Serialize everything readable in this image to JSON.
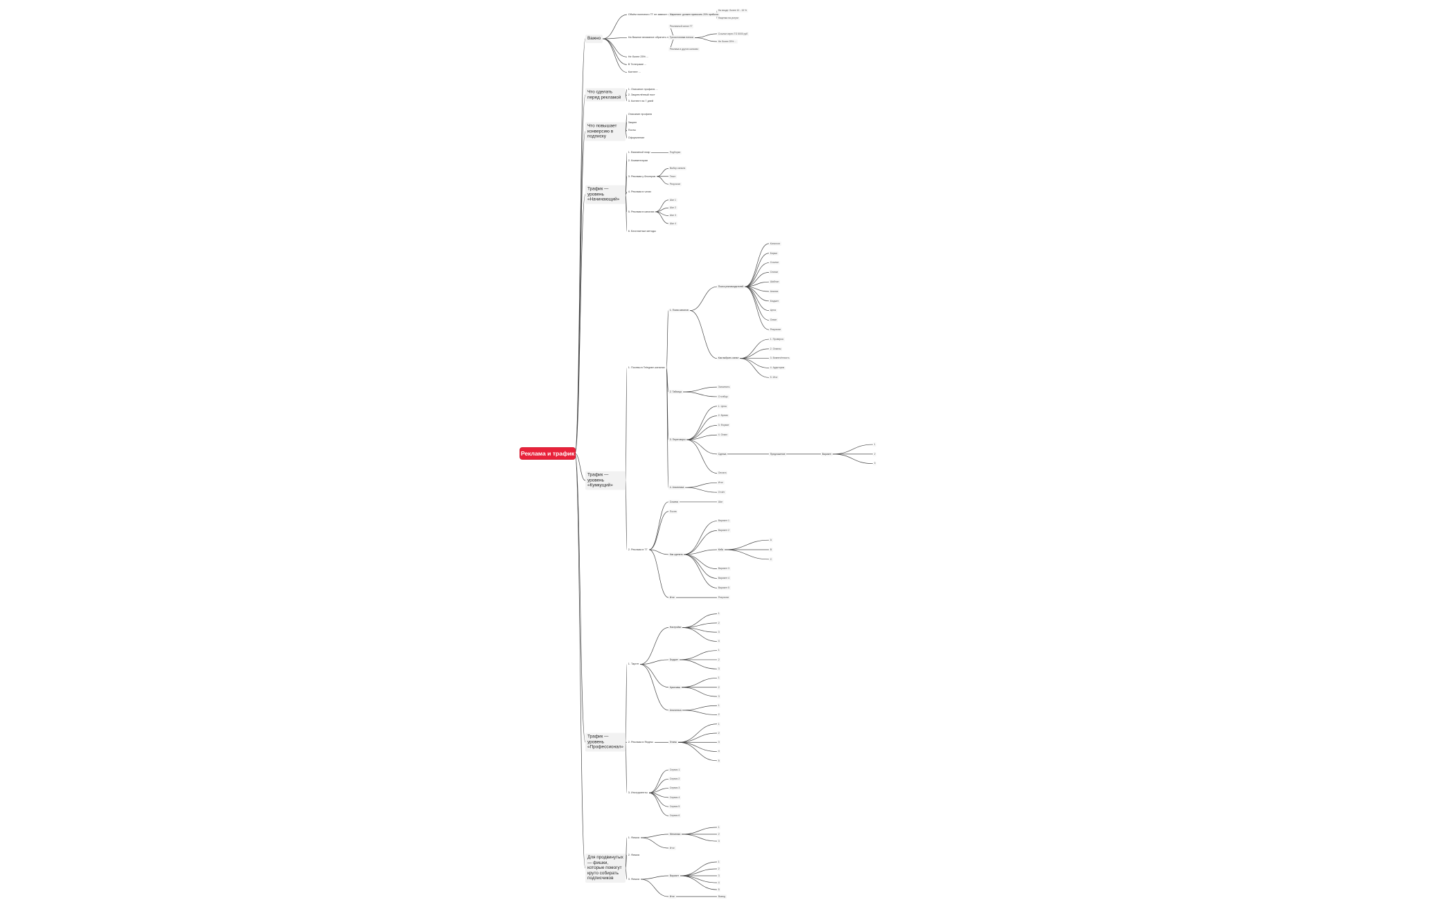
{
  "root": "Реклама и трафик",
  "colors": {
    "root_fill": "#e8223a",
    "root_text": "#ffffff",
    "edge": "#444444",
    "branch_fill": "#f2f2f2"
  },
  "branches": [
    {
      "label": "Важно",
      "children": [
        {
          "label": "Объём полезного ТГ не зависит от обьема рекламы.",
          "children": [
            {
              "label": "Маркетинг: должен приносить 20% прибыли.",
              "children": [
                {
                  "label": "На входе: более 10 ‑ 15 %"
                },
                {
                  "label": "Наценка на услуги"
                }
              ]
            }
          ]
        },
        {
          "label": "На Важное внимание обратить на спрос.",
          "children": [
            {
              "label": "Рекламный канал ТГ"
            },
            {
              "label": "Три источника потока",
              "children": [
                {
                  "label": "Ссылки через TG 5000 руб"
                },
                {
                  "label": "Не более 25% ..."
                }
              ]
            },
            {
              "label": "Реклама в других каналах"
            }
          ]
        },
        {
          "label": "Не более 25% ..."
        },
        {
          "label": "В Телеграме ..."
        },
        {
          "label": "Контент ..."
        }
      ]
    },
    {
      "label": "Что сделать перед рекламой",
      "children": [
        {
          "label": "1. Описание профиля ..."
        },
        {
          "label": "2. Закреплённый пост"
        },
        {
          "label": "3. Контент на 7 дней"
        }
      ]
    },
    {
      "label": "Что повышает конверсию в подписку",
      "children": [
        {
          "label": "Описание профиля"
        },
        {
          "label": "Закреп"
        },
        {
          "label": "Посты"
        },
        {
          "label": "Оформление"
        }
      ]
    },
    {
      "label": "Трафик — уровень «Начинающий»",
      "children": [
        {
          "label": "1. Взаимный пиар",
          "children": [
            {
              "label": "Подборка"
            }
          ]
        },
        {
          "label": "2. Комментарии"
        },
        {
          "label": "3. Реклама у блогеров",
          "children": [
            {
              "label": "Выбор канала"
            },
            {
              "label": "Текст"
            },
            {
              "label": "Результат"
            }
          ]
        },
        {
          "label": "4. Реклама в чатах"
        },
        {
          "label": "5. Реклама в каналах",
          "children": [
            {
              "label": "Шаг 1"
            },
            {
              "label": "Шаг 2"
            },
            {
              "label": "Шаг 3"
            },
            {
              "label": "Шаг 4"
            }
          ]
        },
        {
          "label": "6. Бесплатные методы"
        }
      ]
    },
    {
      "label": "Трафик — уровень «Кумкущий»",
      "children": [
        {
          "label": "1. Посевы в Telegram-каналах",
          "children": [
            {
              "label": "1. Поиск каналов",
              "children": [
                {
                  "label": "Поиск рекламодателей",
                  "children": [
                    {
                      "label": "Каталоги"
                    },
                    {
                      "label": "Биржи"
                    },
                    {
                      "label": "Ссылки"
                    },
                    {
                      "label": "Списки"
                    },
                    {
                      "label": "Шаблон"
                    },
                    {
                      "label": "Анализ"
                    },
                    {
                      "label": "Бюджет"
                    },
                    {
                      "label": "Цена"
                    },
                    {
                      "label": "Охват"
                    },
                    {
                      "label": "Результат"
                    }
                  ]
                },
                {
                  "label": "Как выбрать канал",
                  "children": [
                    {
                      "label": "1. Проверка"
                    },
                    {
                      "label": "2. Охваты"
                    },
                    {
                      "label": "3. Вовлечённость"
                    },
                    {
                      "label": "4. Аудитория"
                    },
                    {
                      "label": "5. Итог"
                    }
                  ]
                }
              ]
            },
            {
              "label": "2. Таблица",
              "children": [
                {
                  "label": "Заполнить"
                },
                {
                  "label": "Столбцы"
                }
              ]
            },
            {
              "label": "3. Переговоры",
              "children": [
                {
                  "label": "1. Цена"
                },
                {
                  "label": "2. Время"
                },
                {
                  "label": "3. Формат"
                },
                {
                  "label": "4. Охват"
                },
                {
                  "label": "Сделка",
                  "children": [
                    {
                      "label": "Предложение",
                      "children": [
                        {
                          "label": "Вариант",
                          "children": [
                            {
                              "label": "1"
                            },
                            {
                              "label": "2"
                            },
                            {
                              "label": "3"
                            }
                          ]
                        }
                      ]
                    }
                  ]
                },
                {
                  "label": "Оплата"
                }
              ]
            },
            {
              "label": "4. Аналитика",
              "children": [
                {
                  "label": "Итог"
                },
                {
                  "label": "Отчёт"
                }
              ]
            }
          ]
        },
        {
          "label": "2. Реклама в ТГ",
          "children": [
            {
              "label": "Ссылка",
              "children": [
                {
                  "label": "Шаг"
                }
              ]
            },
            {
              "label": "Посев"
            },
            {
              "label": "Как сделать",
              "children": [
                {
                  "label": "Вариант 1"
                },
                {
                  "label": "Вариант 2"
                },
                {
                  "label": "Кейс",
                  "children": [
                    {
                      "label": "A"
                    },
                    {
                      "label": "B"
                    },
                    {
                      "label": "C"
                    }
                  ]
                },
                {
                  "label": "Вариант 3"
                },
                {
                  "label": "Вариант 4"
                },
                {
                  "label": "Вариант 5"
                }
              ]
            },
            {
              "label": "Итог",
              "children": [
                {
                  "label": "Результат"
                }
              ]
            }
          ]
        }
      ]
    },
    {
      "label": "Трафик — уровень «Профессионал»",
      "children": [
        {
          "label": "1. Таргет",
          "children": [
            {
              "label": "Настройки",
              "children": [
                {
                  "label": "1"
                },
                {
                  "label": "2"
                },
                {
                  "label": "3"
                },
                {
                  "label": "4"
                }
              ]
            },
            {
              "label": "Бюджет",
              "children": [
                {
                  "label": "1"
                },
                {
                  "label": "2"
                },
                {
                  "label": "3"
                }
              ]
            },
            {
              "label": "Креативы",
              "children": [
                {
                  "label": "1"
                },
                {
                  "label": "2"
                },
                {
                  "label": "3"
                }
              ]
            },
            {
              "label": "Аналитика",
              "children": [
                {
                  "label": "1"
                },
                {
                  "label": "2"
                }
              ]
            }
          ]
        },
        {
          "label": "2. Реклама в Яндекс",
          "children": [
            {
              "label": "Этапы",
              "children": [
                {
                  "label": "1"
                },
                {
                  "label": "2"
                },
                {
                  "label": "3"
                },
                {
                  "label": "4"
                },
                {
                  "label": "5"
                }
              ]
            }
          ]
        },
        {
          "label": "3. Инструменты",
          "children": [
            {
              "label": "Сервис 1"
            },
            {
              "label": "Сервис 2"
            },
            {
              "label": "Сервис 3"
            },
            {
              "label": "Сервис 4"
            },
            {
              "label": "Сервис 5"
            },
            {
              "label": "Сервис 6"
            }
          ]
        }
      ]
    },
    {
      "label": "Для продвинутых — фишки, которые помогут круто собирать подписчиков",
      "children": [
        {
          "label": "1. Фишка",
          "children": [
            {
              "label": "Механика",
              "children": [
                {
                  "label": "1"
                },
                {
                  "label": "2"
                },
                {
                  "label": "3"
                }
              ]
            },
            {
              "label": "Итог"
            }
          ]
        },
        {
          "label": "2. Фишка"
        },
        {
          "label": "3. Фишка",
          "children": [
            {
              "label": "Вариант",
              "children": [
                {
                  "label": "1"
                },
                {
                  "label": "2"
                },
                {
                  "label": "3"
                },
                {
                  "label": "4"
                },
                {
                  "label": "5"
                }
              ]
            },
            {
              "label": "Итог",
              "children": [
                {
                  "label": "Вывод"
                }
              ]
            }
          ]
        }
      ]
    }
  ]
}
